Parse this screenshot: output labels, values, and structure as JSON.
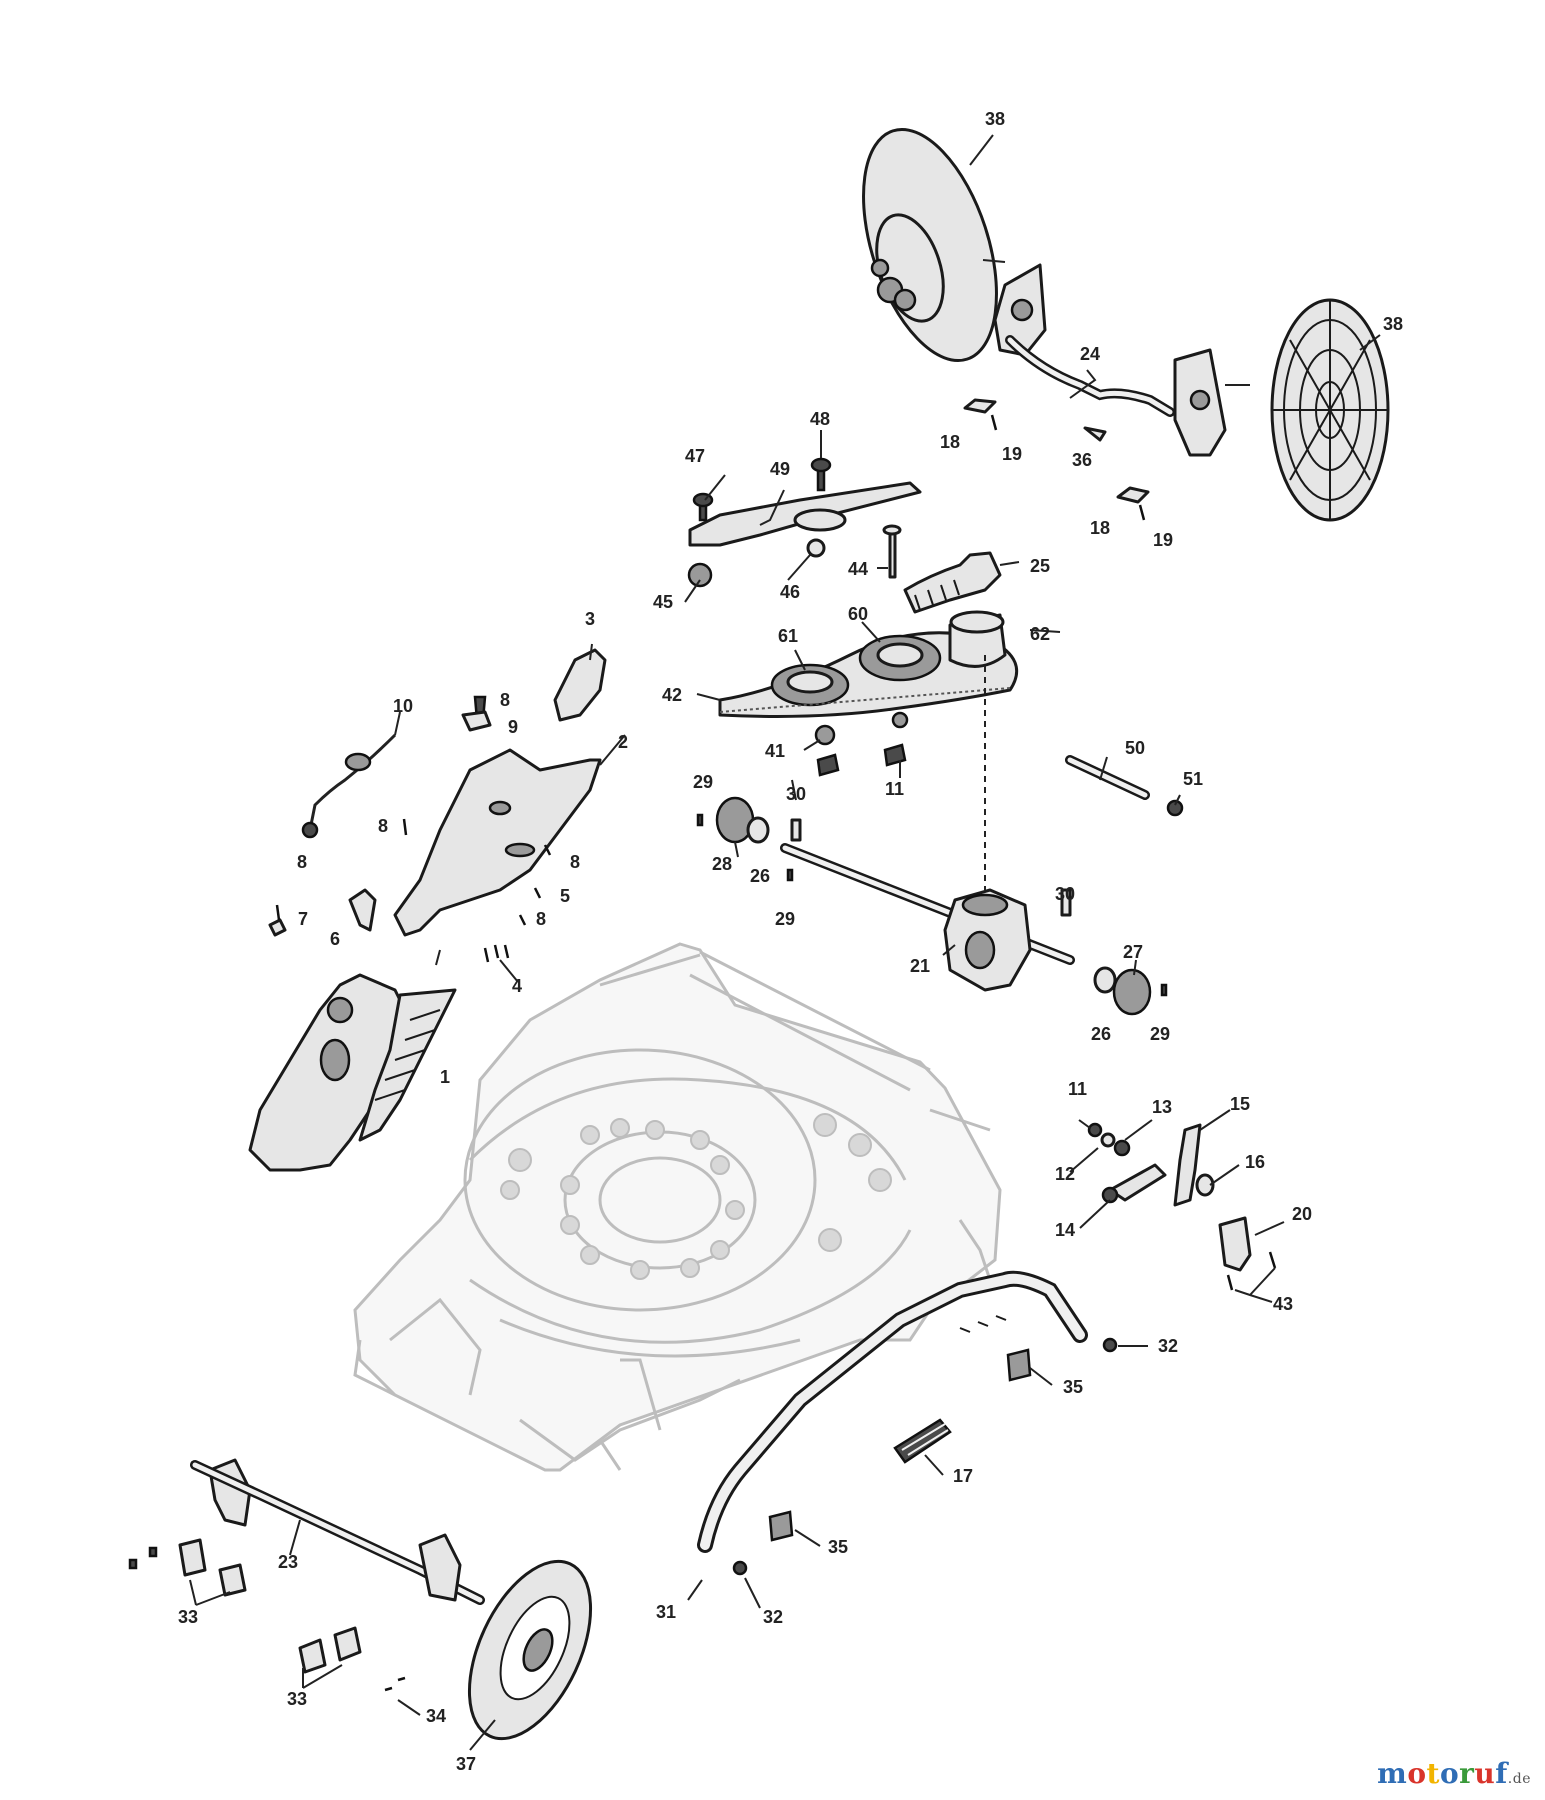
{
  "diagram": {
    "callouts": [
      {
        "id": "c38a",
        "text": "38"
      },
      {
        "id": "c38b",
        "text": "38"
      },
      {
        "id": "c24",
        "text": "24"
      },
      {
        "id": "c18a",
        "text": "18"
      },
      {
        "id": "c19a",
        "text": "19"
      },
      {
        "id": "c36",
        "text": "36"
      },
      {
        "id": "c18b",
        "text": "18"
      },
      {
        "id": "c19b",
        "text": "19"
      },
      {
        "id": "c48",
        "text": "48"
      },
      {
        "id": "c47",
        "text": "47"
      },
      {
        "id": "c49",
        "text": "49"
      },
      {
        "id": "c44",
        "text": "44"
      },
      {
        "id": "c25",
        "text": "25"
      },
      {
        "id": "c45",
        "text": "45"
      },
      {
        "id": "c46",
        "text": "46"
      },
      {
        "id": "c60",
        "text": "60"
      },
      {
        "id": "c61",
        "text": "61"
      },
      {
        "id": "c62",
        "text": "62"
      },
      {
        "id": "c42",
        "text": "42"
      },
      {
        "id": "c41",
        "text": "41"
      },
      {
        "id": "c11a",
        "text": "11"
      },
      {
        "id": "c3",
        "text": "3"
      },
      {
        "id": "c2",
        "text": "2"
      },
      {
        "id": "c10",
        "text": "10"
      },
      {
        "id": "c8a",
        "text": "8"
      },
      {
        "id": "c9",
        "text": "9"
      },
      {
        "id": "c8b",
        "text": "8"
      },
      {
        "id": "c8c",
        "text": "8"
      },
      {
        "id": "c8d",
        "text": "8"
      },
      {
        "id": "c8e",
        "text": "8"
      },
      {
        "id": "c7",
        "text": "7"
      },
      {
        "id": "c6",
        "text": "6"
      },
      {
        "id": "c5",
        "text": "5"
      },
      {
        "id": "c4",
        "text": "4"
      },
      {
        "id": "c1",
        "text": "1"
      },
      {
        "id": "c50",
        "text": "50"
      },
      {
        "id": "c51",
        "text": "51"
      },
      {
        "id": "c29a",
        "text": "29"
      },
      {
        "id": "c28",
        "text": "28"
      },
      {
        "id": "c26a",
        "text": "26"
      },
      {
        "id": "c30a",
        "text": "30"
      },
      {
        "id": "c29b",
        "text": "29"
      },
      {
        "id": "c30b",
        "text": "30"
      },
      {
        "id": "c21",
        "text": "21"
      },
      {
        "id": "c27",
        "text": "27"
      },
      {
        "id": "c26b",
        "text": "26"
      },
      {
        "id": "c29c",
        "text": "29"
      },
      {
        "id": "c11b",
        "text": "11"
      },
      {
        "id": "c13",
        "text": "13"
      },
      {
        "id": "c15",
        "text": "15"
      },
      {
        "id": "c12",
        "text": "12"
      },
      {
        "id": "c16",
        "text": "16"
      },
      {
        "id": "c14",
        "text": "14"
      },
      {
        "id": "c20",
        "text": "20"
      },
      {
        "id": "c43",
        "text": "43"
      },
      {
        "id": "c32a",
        "text": "32"
      },
      {
        "id": "c35a",
        "text": "35"
      },
      {
        "id": "c17",
        "text": "17"
      },
      {
        "id": "c35b",
        "text": "35"
      },
      {
        "id": "c31",
        "text": "31"
      },
      {
        "id": "c32b",
        "text": "32"
      },
      {
        "id": "c23",
        "text": "23"
      },
      {
        "id": "c33a",
        "text": "33"
      },
      {
        "id": "c33b",
        "text": "33"
      },
      {
        "id": "c34",
        "text": "34"
      },
      {
        "id": "c37",
        "text": "37"
      }
    ]
  },
  "brand": {
    "letters": [
      "m",
      "o",
      "t",
      "o",
      "r",
      "u",
      "f"
    ],
    "letter_colors": [
      "#2f6db5",
      "#d9342b",
      "#f2b400",
      "#2f6db5",
      "#3a9a3a",
      "#d9342b",
      "#2f6db5"
    ],
    "suffix": ".de"
  }
}
